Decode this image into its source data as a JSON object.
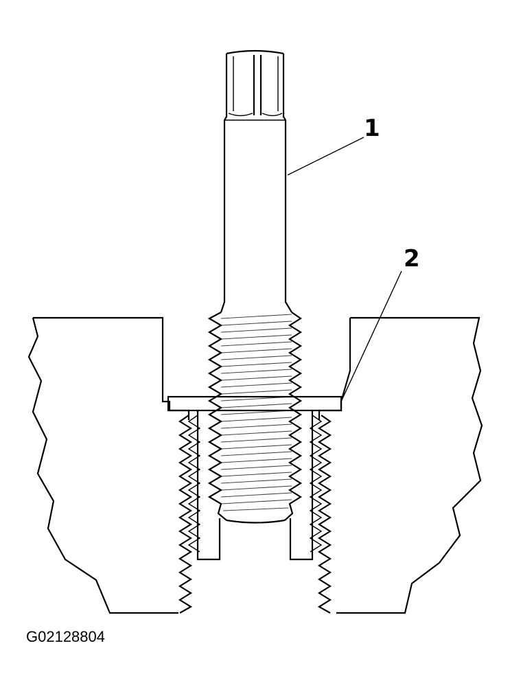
{
  "callouts": [
    {
      "id": "1",
      "label": "1"
    },
    {
      "id": "2",
      "label": "2"
    }
  ],
  "figure_id": "G02128804"
}
